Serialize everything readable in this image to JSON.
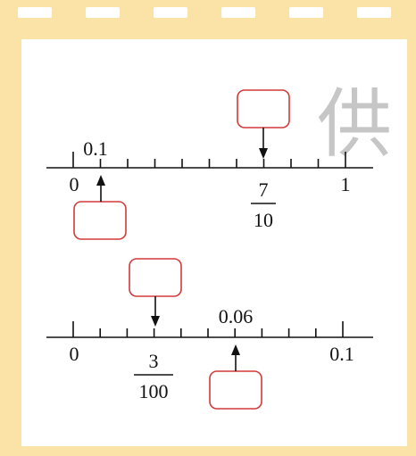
{
  "frame_color": "#fbe3a8",
  "box_color": "#d23a3a",
  "watermark": "供",
  "line1": {
    "labels": {
      "zero": "0",
      "tenth": "0.1",
      "seven_tenths_num": "7",
      "seven_tenths_den": "10",
      "one": "1"
    }
  },
  "line2": {
    "labels": {
      "zero": "0",
      "three_hundredths_num": "3",
      "three_hundredths_den": "100",
      "six_hundredths": "0.06",
      "tenth": "0.1"
    }
  }
}
